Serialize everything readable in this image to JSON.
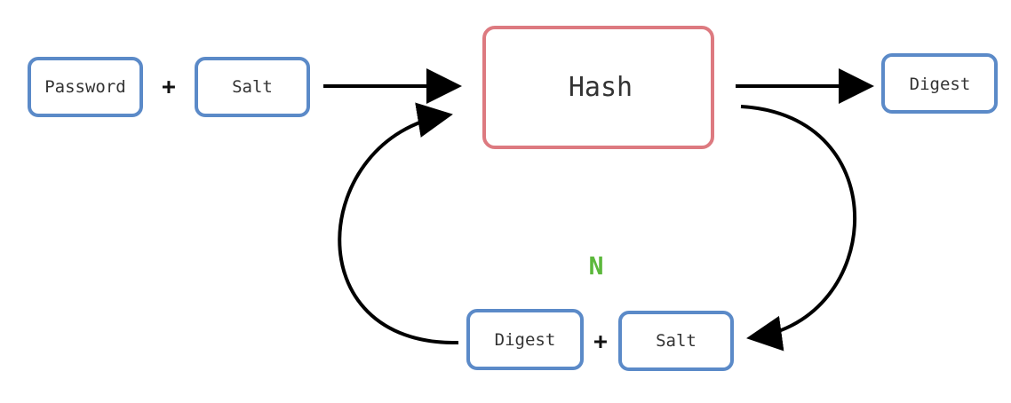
{
  "nodes": {
    "password": {
      "label": "Password"
    },
    "salt_top": {
      "label": "Salt"
    },
    "hash": {
      "label": "Hash"
    },
    "digest_out": {
      "label": "Digest"
    },
    "digest_loop": {
      "label": "Digest"
    },
    "salt_loop": {
      "label": "Salt"
    }
  },
  "operators": {
    "plus_top": "+",
    "plus_bottom": "+"
  },
  "loop": {
    "iterations_label": "N"
  },
  "colors": {
    "input_border": "#5b8ac8",
    "hash_border": "#dd7a80",
    "arrow": "#000000",
    "loop_label": "#5cb83c"
  }
}
